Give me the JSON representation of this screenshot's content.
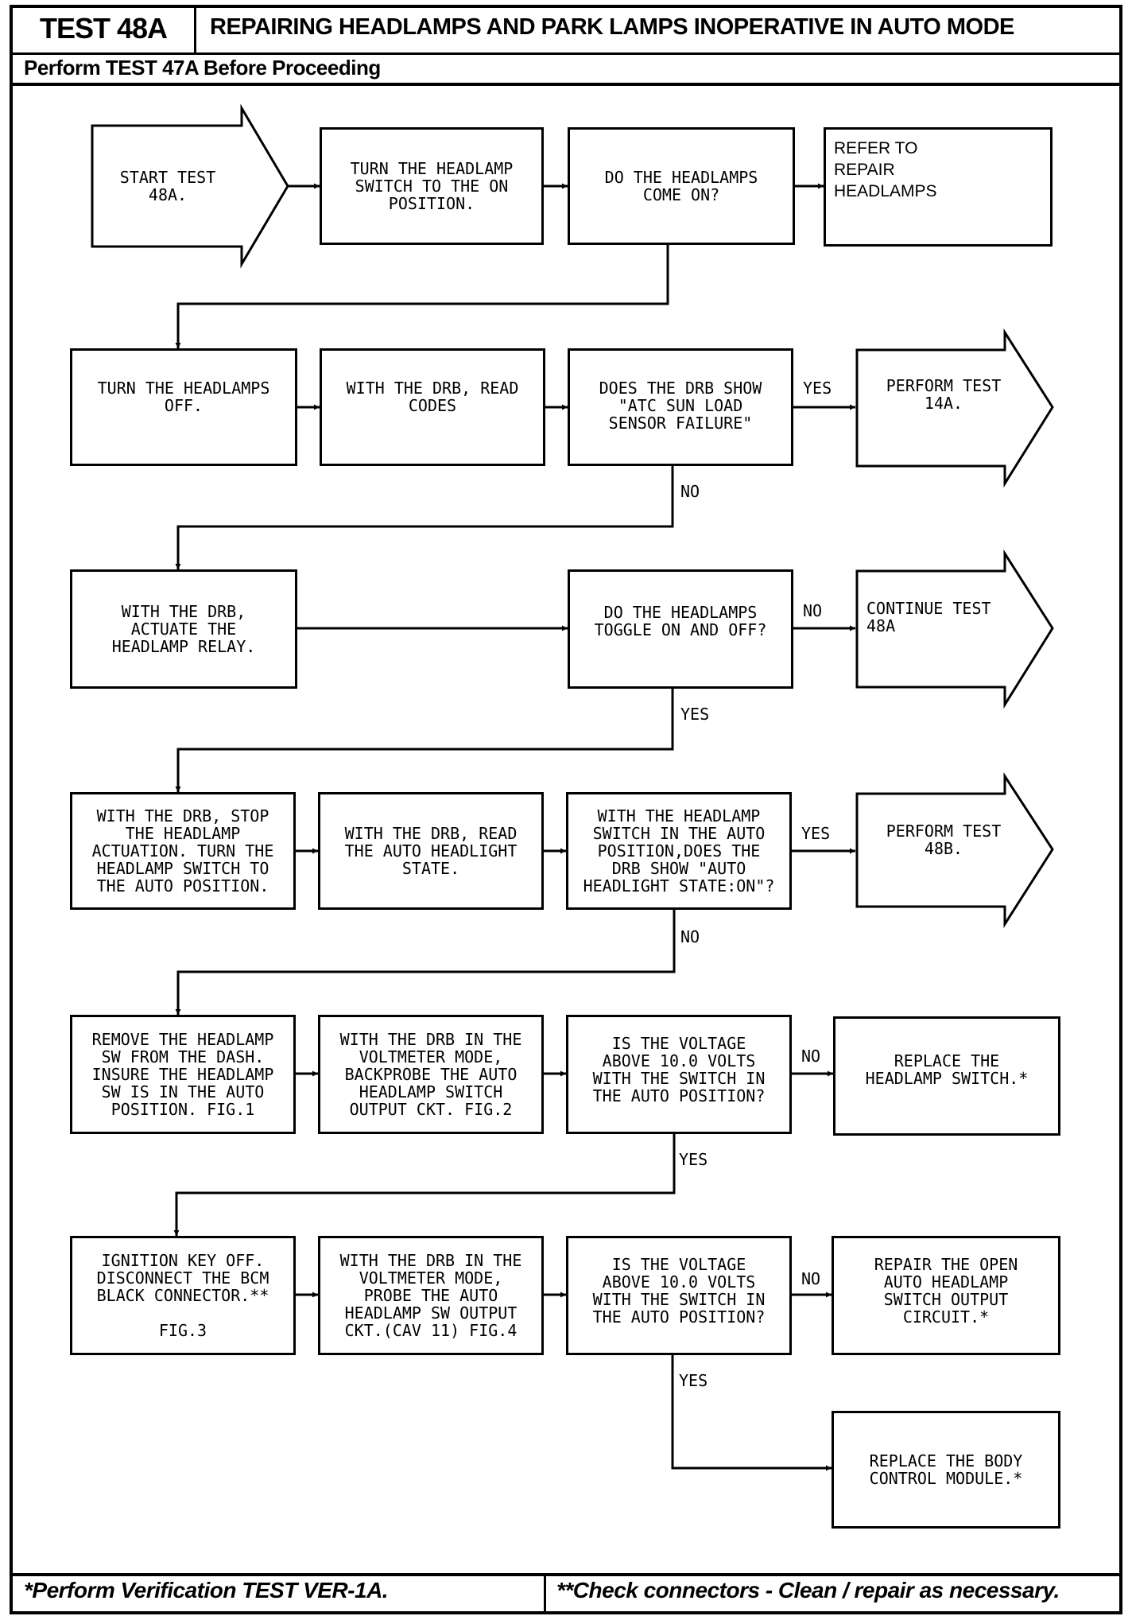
{
  "header": {
    "test_id": "TEST 48A",
    "title": "REPAIRING HEADLAMPS AND PARK LAMPS INOPERATIVE IN AUTO MODE",
    "subtitle": "Perform TEST 47A Before Proceeding"
  },
  "steps": {
    "start": "START TEST 48A.",
    "s1_action": "TURN THE HEADLAMP\nSWITCH TO THE ON\nPOSITION.",
    "s1_question": "DO THE HEADLAMPS\nCOME ON?",
    "s1_result": "REFER TO\nREPAIR\nHEADLAMPS",
    "s2_action1": "TURN THE HEADLAMPS\nOFF.",
    "s2_action2": "WITH THE DRB, READ\nCODES",
    "s2_question": "DOES THE DRB SHOW\n\"ATC SUN LOAD\nSENSOR FAILURE\"",
    "s2_result": "PERFORM TEST\n14A.",
    "s3_action": "WITH THE DRB,\nACTUATE THE\nHEADLAMP RELAY.",
    "s3_question": "DO THE HEADLAMPS\nTOGGLE ON AND OFF?",
    "s3_result": "CONTINUE TEST\n48A",
    "s4_action1": "WITH THE DRB, STOP\nTHE HEADLAMP\nACTUATION. TURN THE\nHEADLAMP SWITCH TO\nTHE AUTO POSITION.",
    "s4_action2": "WITH THE DRB, READ\nTHE AUTO HEADLIGHT\nSTATE.",
    "s4_question": "WITH THE HEADLAMP\nSWITCH IN THE AUTO\nPOSITION,DOES THE\nDRB SHOW \"AUTO\nHEADLIGHT STATE:ON\"?",
    "s4_result": "PERFORM TEST\n48B.",
    "s5_action1": "REMOVE THE HEADLAMP\nSW FROM THE DASH.\nINSURE THE HEADLAMP\nSW IS IN THE AUTO\nPOSITION. FIG.1",
    "s5_action2": "WITH THE DRB IN THE\nVOLTMETER MODE,\nBACKPROBE THE AUTO\nHEADLAMP SWITCH\nOUTPUT CKT. FIG.2",
    "s5_question": "IS THE VOLTAGE\nABOVE 10.0 VOLTS\nWITH THE SWITCH IN\nTHE AUTO POSITION?",
    "s5_result": "REPLACE THE\nHEADLAMP SWITCH.*",
    "s6_action1": "IGNITION KEY OFF.\nDISCONNECT THE BCM\nBLACK CONNECTOR.**\n\nFIG.3",
    "s6_action2": "WITH THE DRB IN THE\nVOLTMETER MODE,\nPROBE THE AUTO\nHEADLAMP SW OUTPUT\nCKT.(CAV 11) FIG.4",
    "s6_question": "IS THE VOLTAGE\nABOVE 10.0 VOLTS\nWITH THE SWITCH IN\nTHE AUTO POSITION?",
    "s6_result": "REPAIR THE OPEN\nAUTO HEADLAMP\nSWITCH OUTPUT\nCIRCUIT.*",
    "s7_result": "REPLACE THE BODY\nCONTROL MODULE.*"
  },
  "labels": {
    "yes": "YES",
    "no": "NO"
  },
  "footer": {
    "left": "*Perform Verification TEST VER-1A.",
    "right": "**Check connectors - Clean / repair as necessary."
  }
}
